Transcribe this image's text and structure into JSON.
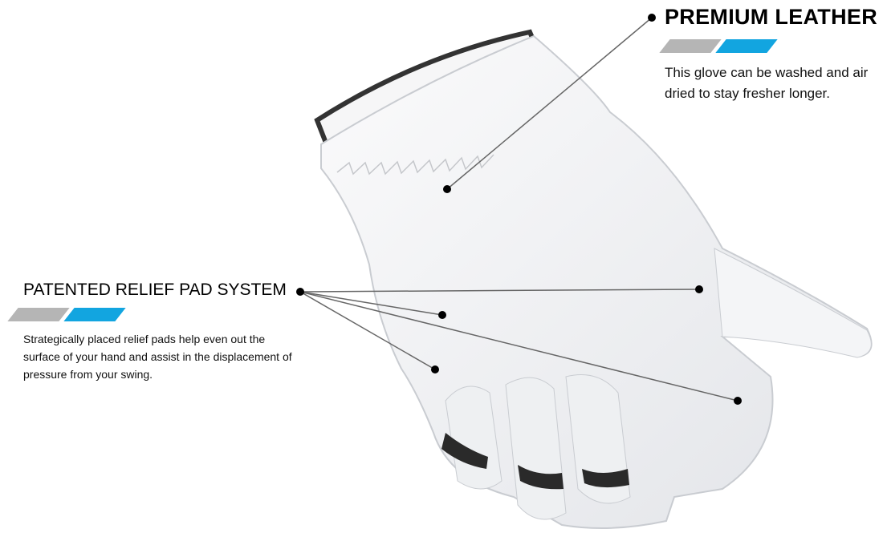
{
  "callouts": {
    "premium_leather": {
      "title": "PREMIUM LEATHER",
      "description": "This glove can be washed and air dried to stay fresher longer."
    },
    "relief_pad": {
      "title": "PATENTED RELIEF PAD SYSTEM",
      "description": "Strategically placed relief pads help even out the surface of your hand and assist in the displacement of pressure from your swing."
    }
  },
  "colors": {
    "bar_gray": "#b5b5b5",
    "bar_blue": "#12a5e0",
    "glove": "#f3f4f6",
    "line": "#666666"
  }
}
